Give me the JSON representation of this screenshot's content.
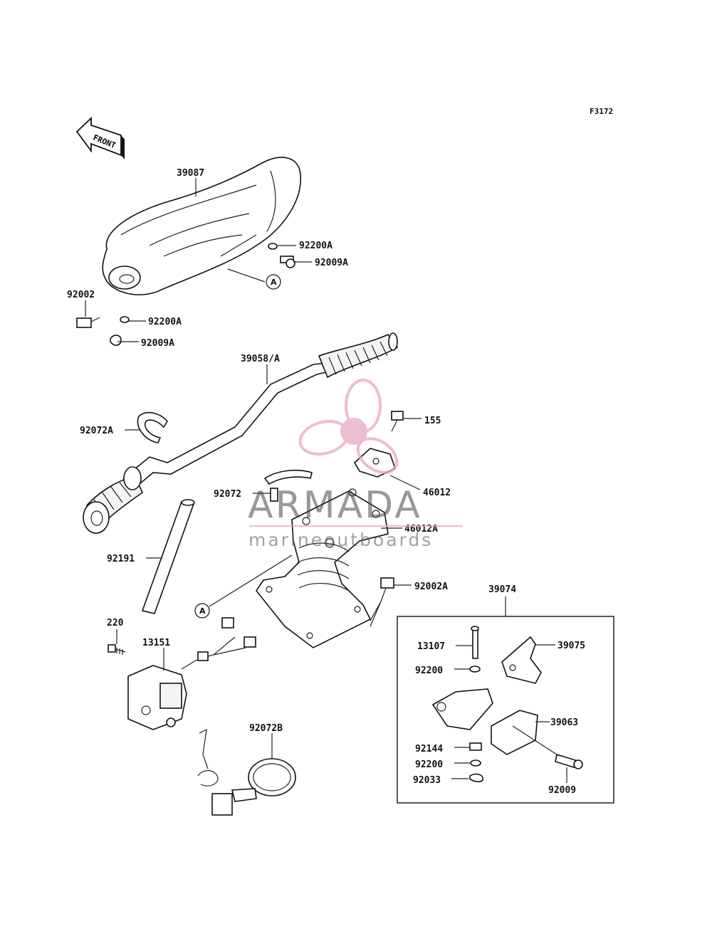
{
  "figure_code": "F3172",
  "front_label": "FRONT",
  "ref_marker": "A",
  "watermark": {
    "brand": "ARMADA",
    "tagline": "marineoutboards",
    "accent_color": "#e8a7c4"
  },
  "parts": {
    "p39087": "39087",
    "p92200A_1": "92200A",
    "p92009A_1": "92009A",
    "p92002": "92002",
    "p92200A_2": "92200A",
    "p92009A_2": "92009A",
    "p39058A": "39058/A",
    "p155": "155",
    "p92072A": "92072A",
    "p46012": "46012",
    "p92072": "92072",
    "p46012A": "46012A",
    "p92191": "92191",
    "p92002A": "92002A",
    "p39074": "39074",
    "p220": "220",
    "p13151": "13151",
    "p13107": "13107",
    "p39075": "39075",
    "p92200_1": "92200",
    "p39063": "39063",
    "p92072B": "92072B",
    "p92144": "92144",
    "p92200_2": "92200",
    "p92033": "92033",
    "p92009": "92009"
  }
}
